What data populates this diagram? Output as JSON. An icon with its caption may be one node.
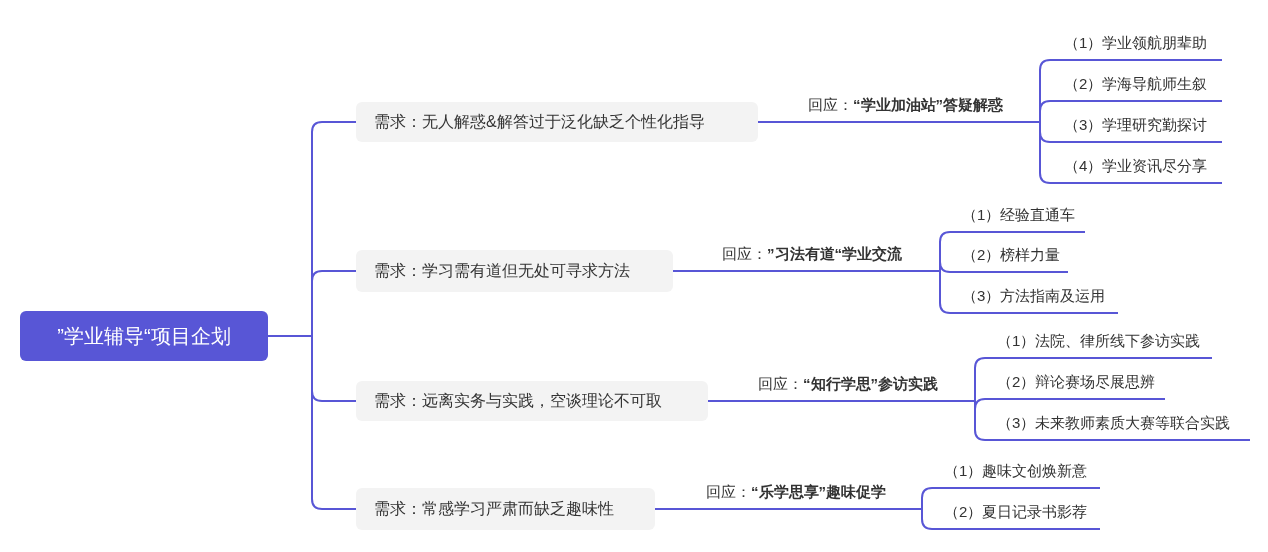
{
  "diagram": {
    "nodes": [
      {
        "text": [
          "”学业辅导“项目企划"
        ]
      },
      {
        "text": [
          "需求：无人解惑&解答过于泛化缺乏个性化指导"
        ]
      },
      {
        "text": [
          "需求：学习需有道但无处可寻求方法"
        ]
      },
      {
        "text": [
          "需求：远离实务与实践，空谈理论不可取"
        ]
      },
      {
        "text": [
          "需求：常感学习严肃而缺乏趣味性"
        ]
      },
      {
        "text": [
          "回应：**“学业加油站”答疑解惑**"
        ]
      },
      {
        "text": [
          "回应：**”习法有道“学业交流**"
        ]
      },
      {
        "text": [
          "回应：**“知行学思”参访实践**"
        ]
      },
      {
        "text": [
          "回应：**“乐学思享”趣味促学**"
        ]
      },
      {
        "text": [
          "（1）学业领航朋辈助"
        ]
      },
      {
        "text": [
          "（2）学海导航师生叙"
        ]
      },
      {
        "text": [
          "（3）学理研究勤探讨"
        ]
      },
      {
        "text": [
          "（4）学业资讯尽分享"
        ]
      },
      {
        "text": [
          "（1）经验直通车"
        ]
      },
      {
        "text": [
          "（2）榜样力量"
        ]
      },
      {
        "text": [
          "（3）方法指南及运用"
        ]
      },
      {
        "text": [
          "（1）法院、律所线下参访实践"
        ]
      },
      {
        "text": [
          "（2）辩论赛场尽展思辨"
        ]
      },
      {
        "text": [
          "（3）未来教师素质大赛等联合实践"
        ]
      },
      {
        "text": [
          "（1）趣味文创焕新意"
        ]
      },
      {
        "text": [
          "（2）夏日记录书影荐"
        ]
      }
    ],
    "edges": [
      {
        "from": 0,
        "to": 1,
        "arrow": "none"
      },
      {
        "from": 0,
        "to": 2,
        "arrow": "none"
      },
      {
        "from": 0,
        "to": 3,
        "arrow": "none"
      },
      {
        "from": 0,
        "to": 4,
        "arrow": "none"
      },
      {
        "from": 1,
        "to": 5,
        "arrow": "none"
      },
      {
        "from": 2,
        "to": 6,
        "arrow": "none"
      },
      {
        "from": 3,
        "to": 7,
        "arrow": "none"
      },
      {
        "from": 4,
        "to": 8,
        "arrow": "none"
      },
      {
        "from": 5,
        "to": 9,
        "arrow": "none"
      },
      {
        "from": 5,
        "to": 10,
        "arrow": "none"
      },
      {
        "from": 5,
        "to": 11,
        "arrow": "none"
      },
      {
        "from": 5,
        "to": 12,
        "arrow": "none"
      },
      {
        "from": 6,
        "to": 13,
        "arrow": "none"
      },
      {
        "from": 6,
        "to": 14,
        "arrow": "none"
      },
      {
        "from": 6,
        "to": 15,
        "arrow": "none"
      },
      {
        "from": 7,
        "to": 16,
        "arrow": "none"
      },
      {
        "from": 7,
        "to": 17,
        "arrow": "none"
      },
      {
        "from": 7,
        "to": 18,
        "arrow": "none"
      },
      {
        "from": 8,
        "to": 19,
        "arrow": "none"
      },
      {
        "from": 8,
        "to": 20,
        "arrow": "none"
      }
    ]
  }
}
